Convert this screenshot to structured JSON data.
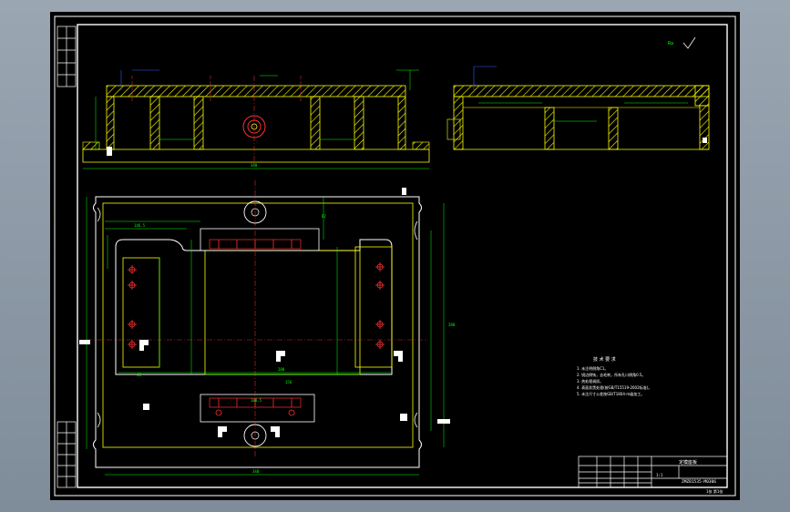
{
  "viewer": {
    "background_color": "#000000",
    "frame_color": "#ffffff",
    "geometry_color": "#ffff00",
    "dimension_color": "#00ff00",
    "center_line_color": "#ff3030",
    "hatch_color": "#ffff00",
    "leader_color": "#3060ff"
  },
  "drawing": {
    "surface_mark": "Ra",
    "tech_requirements": {
      "title": "技 术 要 求",
      "items": [
        "1. 未注明倒角C1。",
        "2. 锐边倒钝，去毛刺，所有孔口倒角0.5。",
        "3. 热处理调质。",
        "4. 表面发黑处理(按GB/T15519-2002标准)。",
        "5. 未注尺寸公差按GB/T1804-m级加工。"
      ]
    },
    "title_block": {
      "part_name": "定模座板",
      "drawing_number": "ZMZB1535-M0306",
      "scale": "1:1",
      "sheet": "1张 第1张"
    },
    "dimensions": {
      "front_overall": "340",
      "plan_overall": "340",
      "plan_height": "280",
      "plan_inner": "200",
      "plan_mid": "156",
      "plan_side": "146.5",
      "plan_bottom": "108.5",
      "plan_short": "40",
      "plan_r": "R2"
    }
  }
}
